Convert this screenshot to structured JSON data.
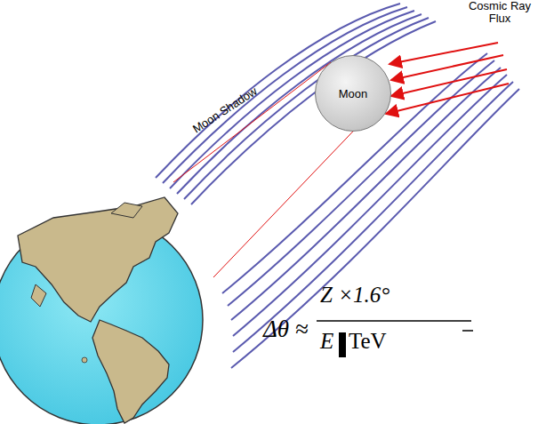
{
  "diagram": {
    "nodes": [
      {
        "text": [
          "Moon"
        ]
      }
    ],
    "labels": [
      "Cosmic Ray Flux",
      "Moon Shadow",
      "Δθ ≈",
      "Z ×1.6°",
      "E",
      "TeV"
    ]
  }
}
